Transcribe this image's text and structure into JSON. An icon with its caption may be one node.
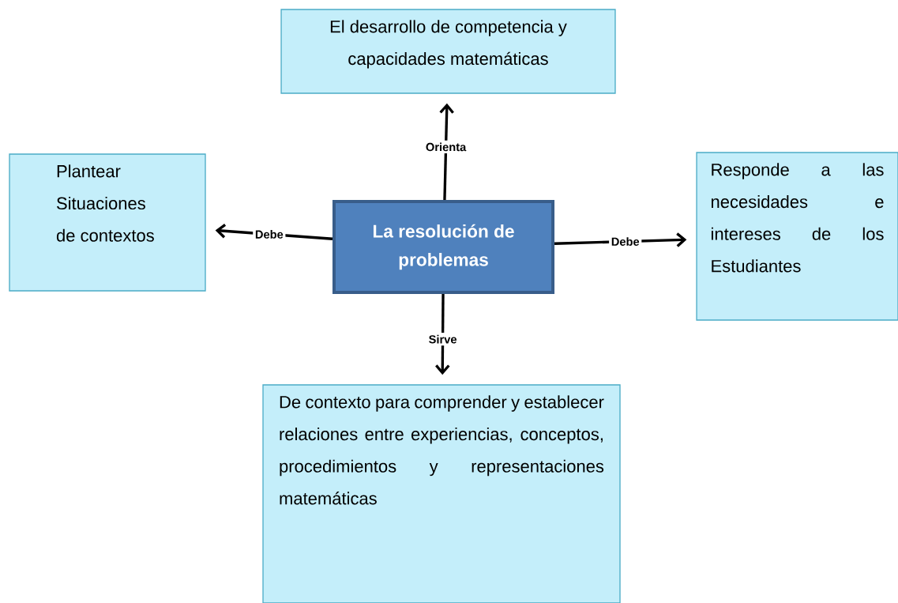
{
  "diagram": {
    "nodes": [
      {
        "text": [
          "La resolución de problemas"
        ]
      },
      {
        "text": [
          "El desarrollo de competencia y capacidades matemáticas"
        ]
      },
      {
        "text": [
          "Plantear Situaciones de contextos"
        ]
      },
      {
        "text": [
          "Responde a las necesidades e intereses de los Estudiantes"
        ]
      },
      {
        "text": [
          "De contexto para comprender y establecer relaciones entre experiencias, conceptos, procedimientos y representaciones matemáticas"
        ]
      }
    ],
    "edges": [
      {
        "from": 0,
        "to": 1,
        "arrow": "to",
        "label": "Orienta"
      },
      {
        "from": 0,
        "to": 2,
        "arrow": "to",
        "label": "Debe"
      },
      {
        "from": 0,
        "to": 3,
        "arrow": "to",
        "label": "Debe"
      },
      {
        "from": 0,
        "to": 4,
        "arrow": "to",
        "label": "Sirve"
      }
    ]
  }
}
